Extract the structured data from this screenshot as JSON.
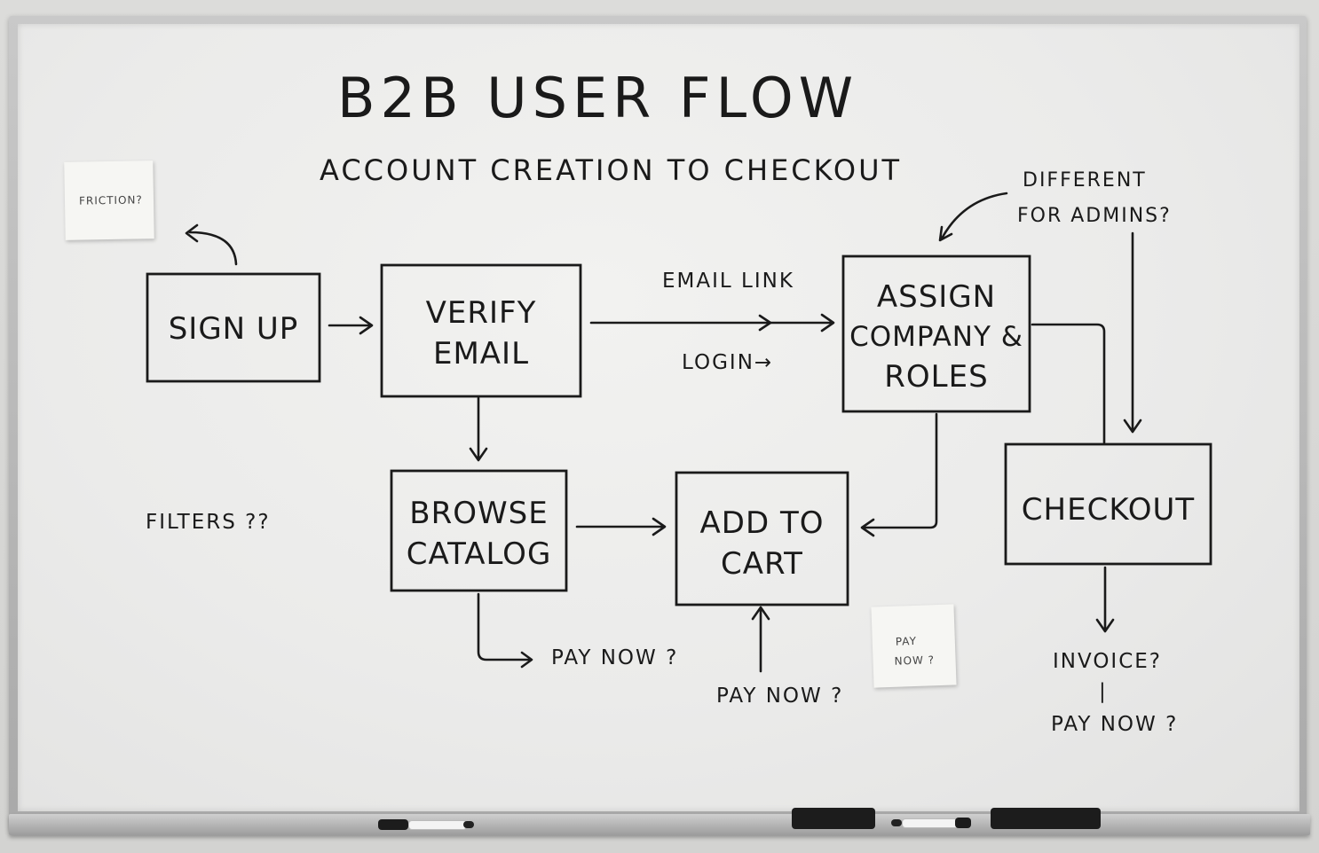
{
  "title": "B2B USER FLOW",
  "subtitle": "ACCOUNT  CREATION TO CHECKOUT",
  "nodes": {
    "sign_up": "SIGN UP",
    "verify_email": [
      "VERIFY",
      "EMAIL"
    ],
    "assign_roles": [
      "ASSIGN",
      "COMPANY &",
      "ROLES"
    ],
    "browse_catalog": [
      "BROWSE",
      "CATALOG"
    ],
    "add_to_cart": [
      "ADD TO",
      "CART"
    ],
    "checkout": "CHECKOUT"
  },
  "edge_labels": {
    "email_link": "EMAIL LINK",
    "login": "LOGIN→"
  },
  "notes": {
    "different_admins": [
      "DIFFERENT",
      "FOR ADMINS?"
    ],
    "filters": "FILTERS ??",
    "pay_now_browse": "PAY NOW ?",
    "pay_now_cart": "PAY NOW ?",
    "invoice": "INVOICE?",
    "invoice_sep": "|",
    "pay_now_checkout": "PAY NOW ?"
  },
  "stickies": {
    "friction": "FRICTION?",
    "pay_now": [
      "PAY",
      "NOW ?"
    ]
  },
  "colors": {
    "ink": "#1a1a1a",
    "board": "#efefed",
    "frame": "#b5b5b5",
    "sticky": "#f6f6f3"
  }
}
